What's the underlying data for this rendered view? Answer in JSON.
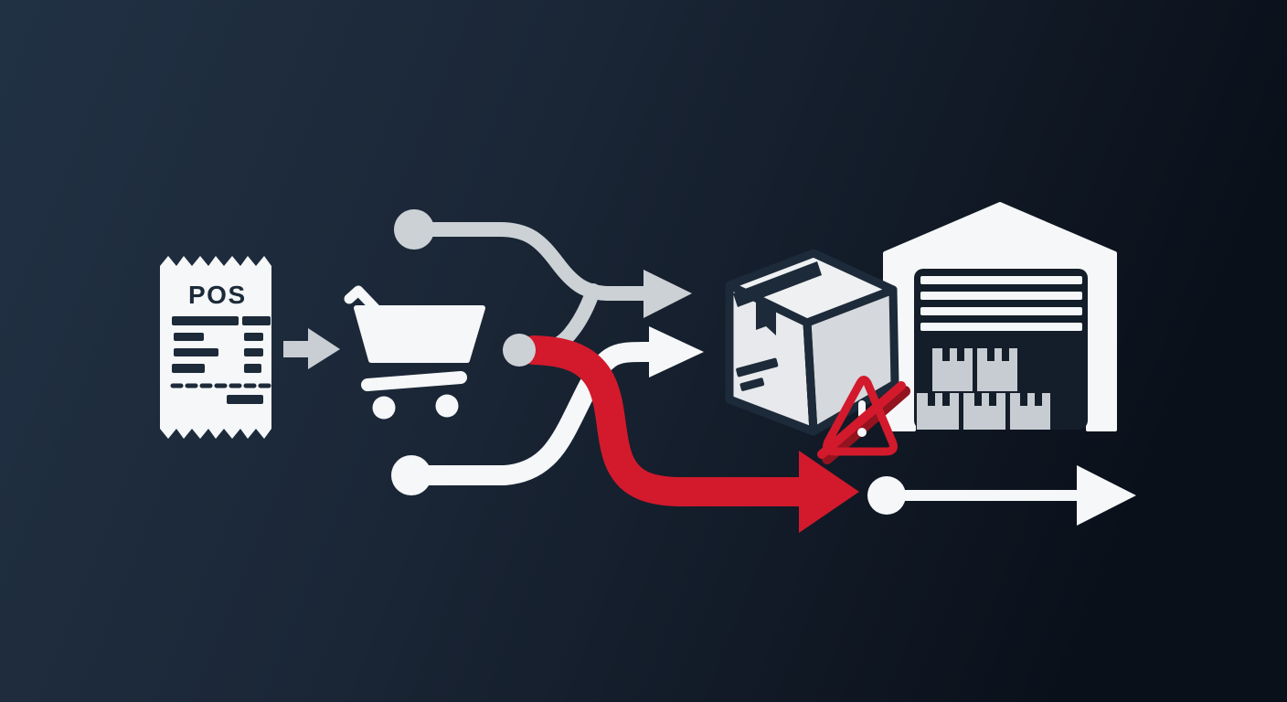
{
  "scene": {
    "receipt_label": "POS"
  },
  "colors": {
    "bg_left": "#213144",
    "bg_mid": "#1b2737",
    "bg_right": "#0a101a",
    "white": "#f5f7f8",
    "light_gray": "#ccd1d6",
    "arrow_gray": "#c9ced4",
    "red": "#d21a2c",
    "dark_red": "#93131f",
    "navy": "#1c2a39",
    "door_navy": "#141e2a",
    "box_light": "#e7e9ec",
    "box_mid": "#d5d8dc",
    "box_top": "#eef0f2",
    "crate_gray": "#c7ccd2",
    "tri_fill": "#18222e"
  },
  "receipt": {
    "label": "POS",
    "text_line_rows": 4,
    "has_dashed_divider": true,
    "has_total_line": true
  },
  "warehouse": {
    "shutter_slats": 4,
    "crates_top_row": 2,
    "crates_bottom_row": 3
  },
  "icons": [
    "pos-receipt-icon",
    "arrow-right-icon",
    "shopping-cart-icon",
    "route-node-dot",
    "route-gray-arrow",
    "route-white-arrow",
    "route-red-error-arrow",
    "package-box-icon",
    "warning-triangle-icon",
    "warehouse-icon",
    "final-route-arrow"
  ]
}
